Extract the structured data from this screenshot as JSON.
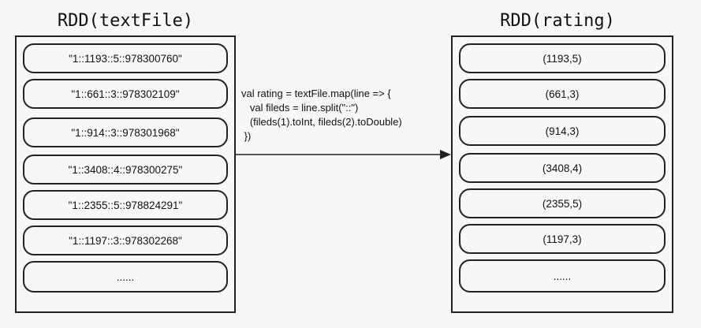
{
  "left": {
    "title": "RDD(textFile)",
    "items": [
      "\"1::1193::5::978300760\"",
      "\"1::661::3::978302109\"",
      "\"1::914::3::978301968\"",
      "\"1::3408::4::978300275\"",
      "\"1::2355::5::978824291\"",
      "\"1::1197::3::978302268\"",
      "......"
    ]
  },
  "right": {
    "title": "RDD(rating)",
    "items": [
      "(1193,5)",
      "(661,3)",
      "(914,3)",
      "(3408,4)",
      "(2355,5)",
      "(1197,3)",
      "......"
    ]
  },
  "code": {
    "lines": [
      "val rating = textFile.map(line => {",
      "   val fileds = line.split(\"::\")",
      "   (fileds(1).toInt, fileds(2).toDouble)",
      " })"
    ]
  }
}
